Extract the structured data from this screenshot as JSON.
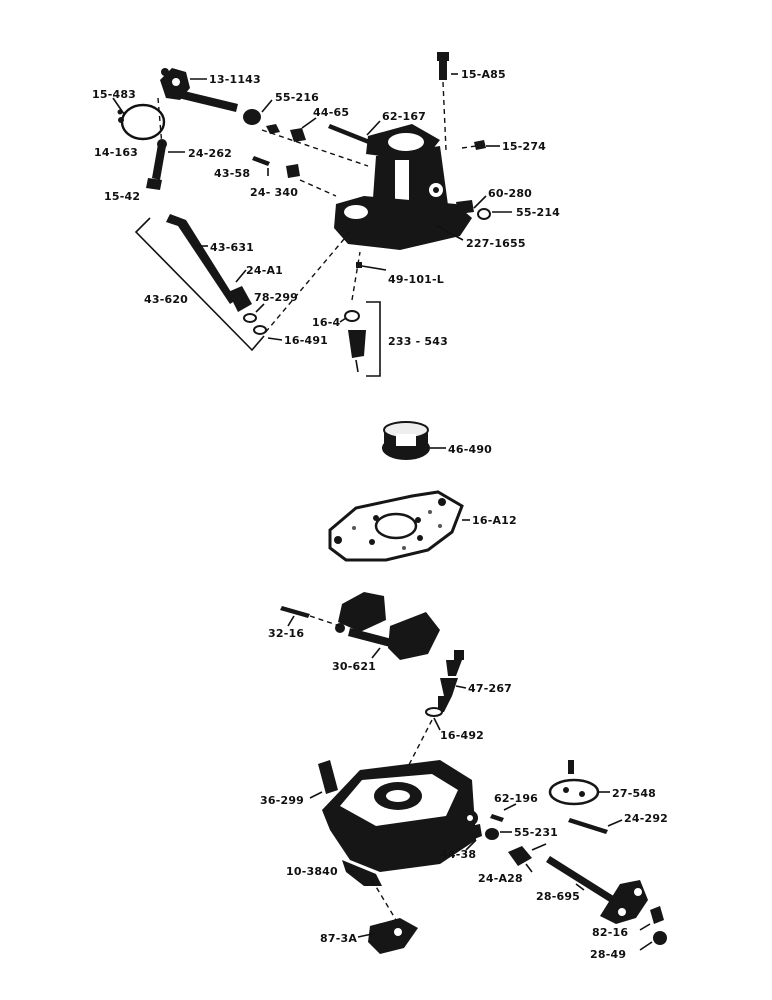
{
  "labels": {
    "l_13_1143": "13-1143",
    "l_15_483": "15-483",
    "l_14_163": "14-163",
    "l_15_42": "15-42",
    "l_24_262": "24-262",
    "l_55_216": "55-216",
    "l_44_65": "44-65",
    "l_62_167": "62-167",
    "l_15_a85": "15-A85",
    "l_15_274": "15-274",
    "l_43_58": "43-58",
    "l_24_340": "24- 340",
    "l_60_280": "60-280",
    "l_55_214": "55-214",
    "l_227_1655": "227-1655",
    "l_43_631": "43-631",
    "l_24_a1": "24-A1",
    "l_43_620": "43-620",
    "l_78_299": "78-299",
    "l_16_491": "16-491",
    "l_16_4": "16-4",
    "l_233_543": "233 - 543",
    "l_49_101_l": "49-101-L",
    "l_46_490": "46-490",
    "l_16_a12": "16-A12",
    "l_32_16": "32-16",
    "l_30_621": "30-621",
    "l_47_267": "47-267",
    "l_16_492": "16-492",
    "l_36_299": "36-299",
    "l_10_3840": "10-3840",
    "l_87_3a": "87-3A",
    "l_62_196": "62-196",
    "l_55_231": "55-231",
    "l_44_38": "44-38",
    "l_24_a28": "24-A28",
    "l_27_548": "27-548",
    "l_24_292": "24-292",
    "l_28_695": "28-695",
    "l_82_16": "82-16",
    "l_28_49": "28-49"
  }
}
